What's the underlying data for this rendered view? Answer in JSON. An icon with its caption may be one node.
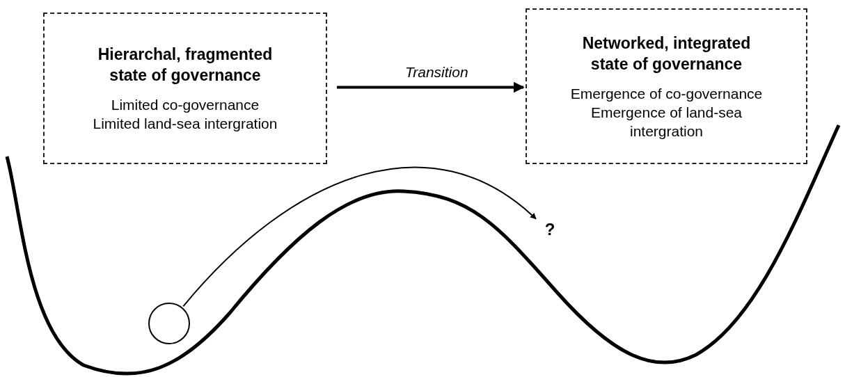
{
  "diagram": {
    "nodes": [
      {
        "text": [
          "Hierarchal, fragmented state of governance",
          "Limited co-governance Limited land-sea intergration"
        ]
      },
      {
        "text": [
          "Networked, integrated state of governance",
          "Emergence of co-governance Emergence of land-sea intergration"
        ]
      },
      {
        "text": [],
        "shape": "circle"
      },
      {
        "text": [
          "?"
        ]
      }
    ],
    "edges": [
      {
        "from": 0,
        "to": 1,
        "arrow": "to",
        "label": "Transition",
        "style": "thick"
      },
      {
        "from": 2,
        "to": 3,
        "arrow": "to"
      }
    ]
  }
}
